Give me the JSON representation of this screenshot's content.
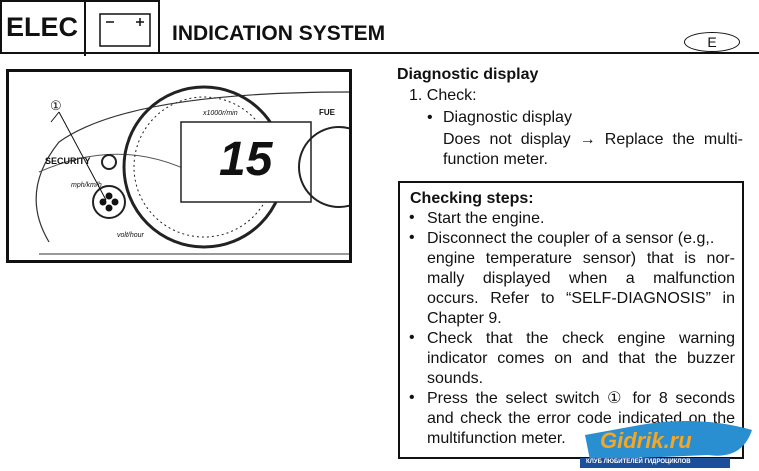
{
  "header": {
    "section": "ELEC",
    "title": "INDICATION SYSTEM",
    "language": "E"
  },
  "figure": {
    "callout": "①",
    "security_label": "SECURITY",
    "rpm_label": "x1000r/min",
    "speed_label": "mph/km/h",
    "volt_label": "volt/hour",
    "display_value": "15",
    "fuel_label": "FUE"
  },
  "content": {
    "heading": "Diagnostic display",
    "step": "1. Check:",
    "bullet": "Diagnostic display",
    "line1": "Does not display → Replace the multi-",
    "line2": "function meter."
  },
  "checking": {
    "title": "Checking steps:",
    "lines": [
      "Start the engine.",
      "Disconnect the coupler of a sensor (e.g,.",
      "engine temperature sensor) that is nor-",
      "mally displayed when a malfunction",
      "occurs. Refer to “SELF-DIAGNOSIS” in",
      "Chapter 9.",
      "Check that the check engine warning",
      "indicator comes on and that the buzzer",
      "sounds.",
      "Press the select switch ① for 8 seconds",
      "and check the error code indicated on the",
      "multifunction meter."
    ]
  },
  "watermark": {
    "brand": "Gidrik.ru",
    "tagline": "КЛУБ ЛЮБИТЕЛЕЙ ГИДРОЦИКЛОВ"
  }
}
